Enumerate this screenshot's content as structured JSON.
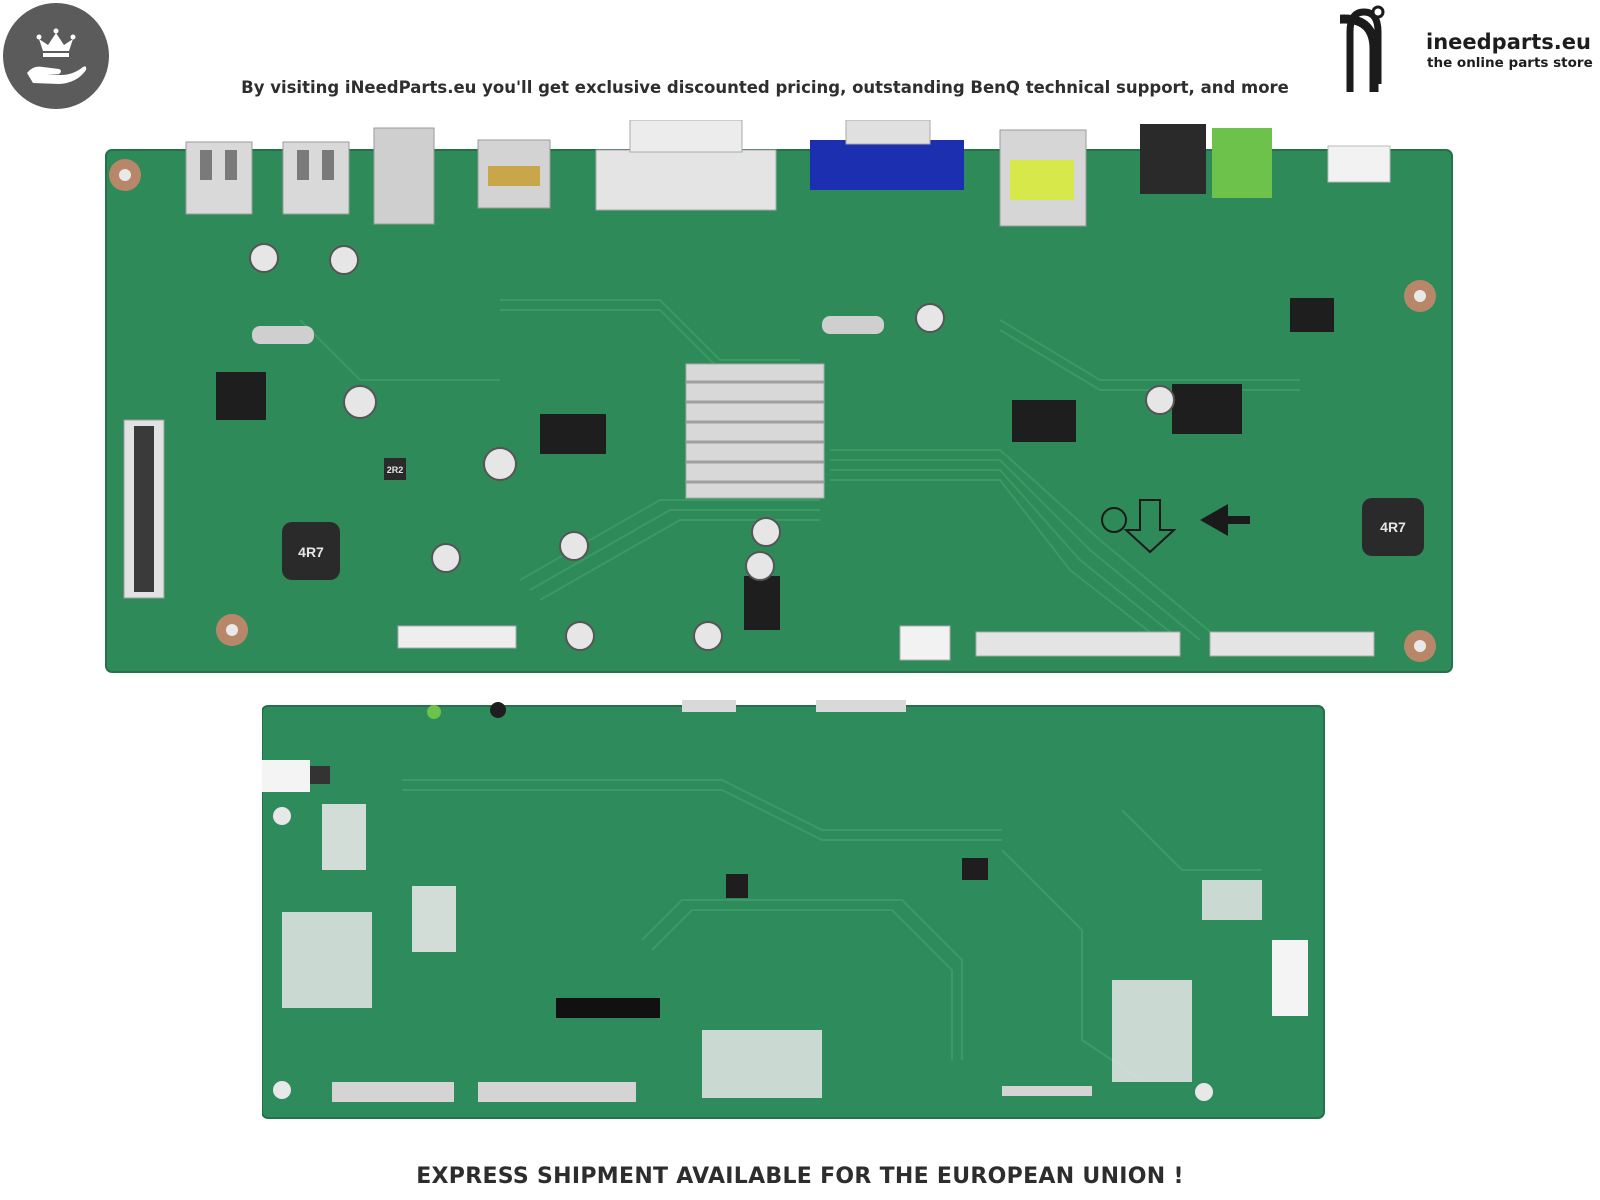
{
  "header": {
    "tagline": "By visiting iNeedParts.eu you'll get exclusive discounted pricing, outstanding BenQ technical support, and more",
    "brand_name": "ineedparts.eu",
    "brand_subtitle": "the online parts store"
  },
  "board_front": {
    "inductor_label_left": "4R7",
    "inductor_label_right": "4R7",
    "inductor_small_label": "2R2"
  },
  "footer": {
    "text": "EXPRESS SHIPMENT AVAILABLE FOR THE EUROPEAN UNION !"
  },
  "colors": {
    "pcb_green": "#2f8a5a",
    "pcb_back_green": "#2d8b5c",
    "vga_blue": "#1b2fb0",
    "audio_green": "#6cc24a",
    "badge_gray": "#5b5b5b"
  }
}
